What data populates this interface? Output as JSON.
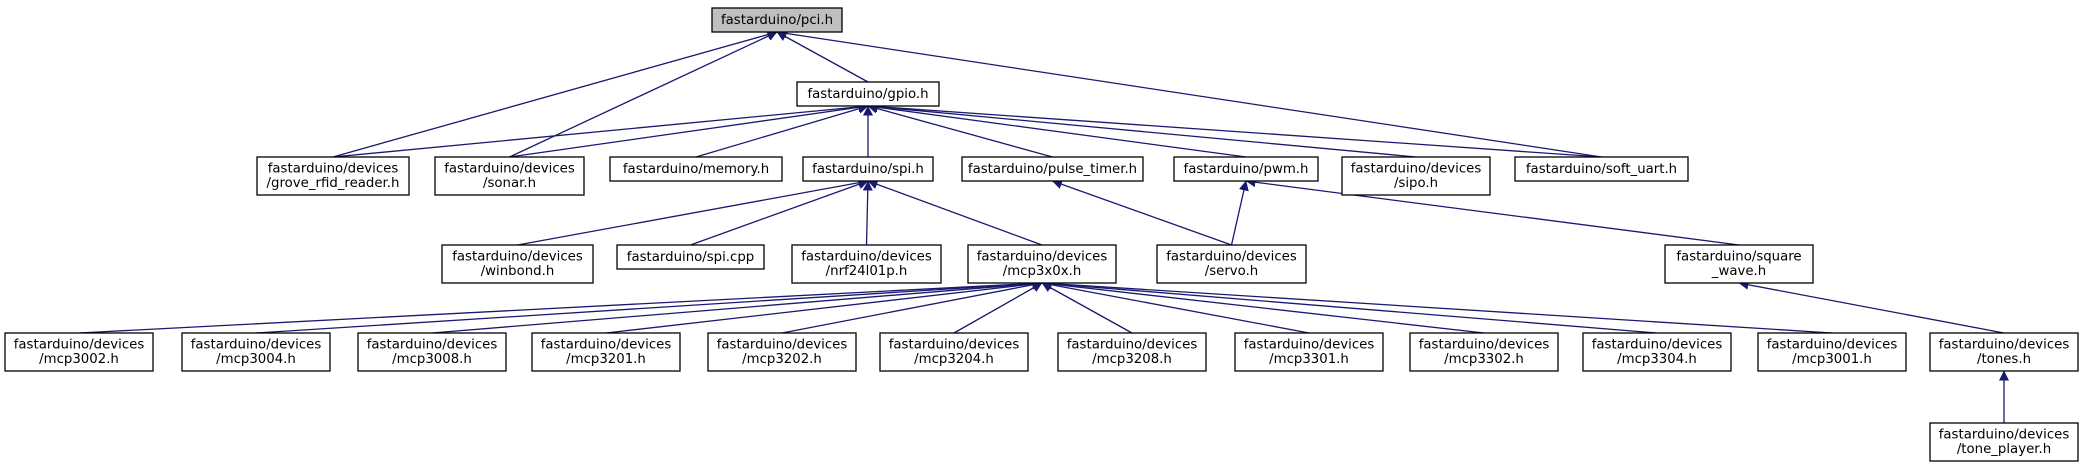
{
  "diagram": {
    "title": "",
    "edge_color": "#191970",
    "root_fill": "#bfbfbf",
    "nodes": [
      {
        "id": "pci",
        "lines": [
          "fastarduino/pci.h"
        ],
        "root": true
      },
      {
        "id": "gpio",
        "lines": [
          "fastarduino/gpio.h"
        ]
      },
      {
        "id": "grove",
        "lines": [
          "fastarduino/devices",
          "/grove_rfid_reader.h"
        ]
      },
      {
        "id": "sonar",
        "lines": [
          "fastarduino/devices",
          "/sonar.h"
        ]
      },
      {
        "id": "memory",
        "lines": [
          "fastarduino/memory.h"
        ]
      },
      {
        "id": "spi_h",
        "lines": [
          "fastarduino/spi.h"
        ]
      },
      {
        "id": "pulse",
        "lines": [
          "fastarduino/pulse_timer.h"
        ]
      },
      {
        "id": "pwm",
        "lines": [
          "fastarduino/pwm.h"
        ]
      },
      {
        "id": "sipo",
        "lines": [
          "fastarduino/devices",
          "/sipo.h"
        ]
      },
      {
        "id": "softuart",
        "lines": [
          "fastarduino/soft_uart.h"
        ]
      },
      {
        "id": "winbond",
        "lines": [
          "fastarduino/devices",
          "/winbond.h"
        ]
      },
      {
        "id": "spicpp",
        "lines": [
          "fastarduino/spi.cpp"
        ]
      },
      {
        "id": "nrf",
        "lines": [
          "fastarduino/devices",
          "/nrf24l01p.h"
        ]
      },
      {
        "id": "mcp3x0x",
        "lines": [
          "fastarduino/devices",
          "/mcp3x0x.h"
        ]
      },
      {
        "id": "servo",
        "lines": [
          "fastarduino/devices",
          "/servo.h"
        ]
      },
      {
        "id": "square",
        "lines": [
          "fastarduino/square",
          "_wave.h"
        ]
      },
      {
        "id": "mcp3002",
        "lines": [
          "fastarduino/devices",
          "/mcp3002.h"
        ]
      },
      {
        "id": "mcp3004",
        "lines": [
          "fastarduino/devices",
          "/mcp3004.h"
        ]
      },
      {
        "id": "mcp3008",
        "lines": [
          "fastarduino/devices",
          "/mcp3008.h"
        ]
      },
      {
        "id": "mcp3201",
        "lines": [
          "fastarduino/devices",
          "/mcp3201.h"
        ]
      },
      {
        "id": "mcp3202",
        "lines": [
          "fastarduino/devices",
          "/mcp3202.h"
        ]
      },
      {
        "id": "mcp3204",
        "lines": [
          "fastarduino/devices",
          "/mcp3204.h"
        ]
      },
      {
        "id": "mcp3208",
        "lines": [
          "fastarduino/devices",
          "/mcp3208.h"
        ]
      },
      {
        "id": "mcp3301",
        "lines": [
          "fastarduino/devices",
          "/mcp3301.h"
        ]
      },
      {
        "id": "mcp3302",
        "lines": [
          "fastarduino/devices",
          "/mcp3302.h"
        ]
      },
      {
        "id": "mcp3304",
        "lines": [
          "fastarduino/devices",
          "/mcp3304.h"
        ]
      },
      {
        "id": "mcp3001",
        "lines": [
          "fastarduino/devices",
          "/mcp3001.h"
        ]
      },
      {
        "id": "tones",
        "lines": [
          "fastarduino/devices",
          "/tones.h"
        ]
      },
      {
        "id": "toneplayer",
        "lines": [
          "fastarduino/devices",
          "/tone_player.h"
        ]
      }
    ],
    "edges": [
      {
        "from": "gpio",
        "to": "pci"
      },
      {
        "from": "grove",
        "to": "pci"
      },
      {
        "from": "sonar",
        "to": "pci"
      },
      {
        "from": "softuart",
        "to": "pci"
      },
      {
        "from": "grove",
        "to": "gpio"
      },
      {
        "from": "sonar",
        "to": "gpio"
      },
      {
        "from": "memory",
        "to": "gpio"
      },
      {
        "from": "spi_h",
        "to": "gpio"
      },
      {
        "from": "pulse",
        "to": "gpio"
      },
      {
        "from": "pwm",
        "to": "gpio"
      },
      {
        "from": "sipo",
        "to": "gpio"
      },
      {
        "from": "softuart",
        "to": "gpio"
      },
      {
        "from": "winbond",
        "to": "spi_h"
      },
      {
        "from": "spicpp",
        "to": "spi_h"
      },
      {
        "from": "nrf",
        "to": "spi_h"
      },
      {
        "from": "mcp3x0x",
        "to": "spi_h"
      },
      {
        "from": "servo",
        "to": "pulse"
      },
      {
        "from": "servo",
        "to": "pwm"
      },
      {
        "from": "square",
        "to": "pwm"
      },
      {
        "from": "tones",
        "to": "square"
      },
      {
        "from": "toneplayer",
        "to": "tones"
      },
      {
        "from": "mcp3002",
        "to": "mcp3x0x"
      },
      {
        "from": "mcp3004",
        "to": "mcp3x0x"
      },
      {
        "from": "mcp3008",
        "to": "mcp3x0x"
      },
      {
        "from": "mcp3201",
        "to": "mcp3x0x"
      },
      {
        "from": "mcp3202",
        "to": "mcp3x0x"
      },
      {
        "from": "mcp3204",
        "to": "mcp3x0x"
      },
      {
        "from": "mcp3208",
        "to": "mcp3x0x"
      },
      {
        "from": "mcp3301",
        "to": "mcp3x0x"
      },
      {
        "from": "mcp3302",
        "to": "mcp3x0x"
      },
      {
        "from": "mcp3304",
        "to": "mcp3x0x"
      },
      {
        "from": "mcp3001",
        "to": "mcp3x0x"
      }
    ]
  }
}
